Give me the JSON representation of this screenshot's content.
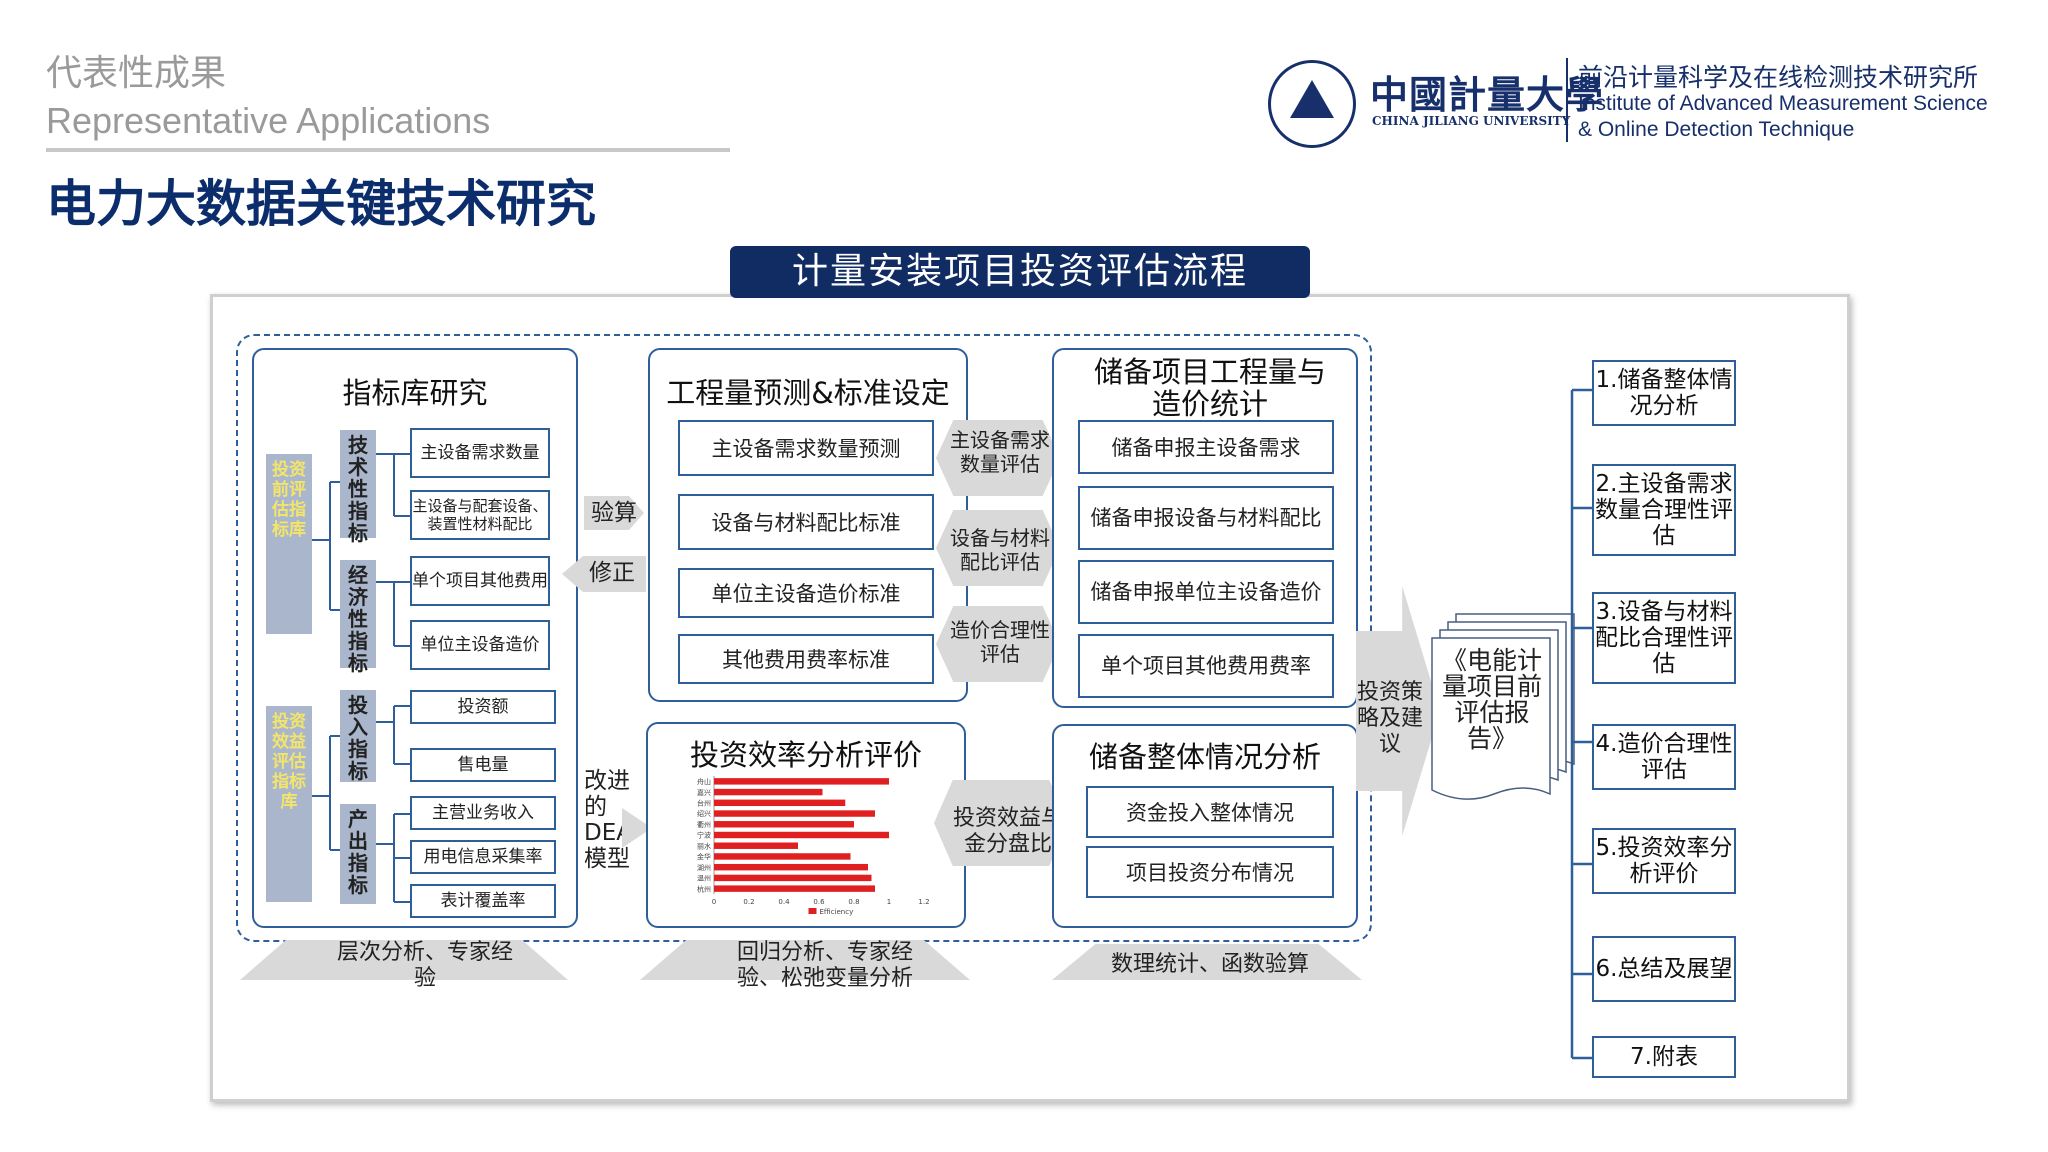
{
  "header": {
    "section_cn": "代表性成果",
    "section_en": "Representative Applications",
    "title": "电力大数据关键技术研究"
  },
  "logo": {
    "university_cn": "中國計量大學",
    "university_en": "CHINA JILIANG UNIVERSITY",
    "institute_cn": "前沿计量科学及在线检测技术研究所",
    "institute_en_line1": "Institute of Advanced Measurement Science",
    "institute_en_line2": "& Online  Detection Technique"
  },
  "diagram": {
    "banner": "计量安装项目投资评估流程",
    "panel1": {
      "title": "指标库研究",
      "group1": "投资前评估指标库",
      "cat_tech": "技术性指标",
      "cat_econ": "经济性指标",
      "tech_items": [
        "主设备需求数量",
        "主设备与配套设备、装置性材料配比"
      ],
      "econ_items": [
        "单个项目其他费用",
        "单位主设备造价"
      ],
      "group2": "投资效益评估指标库",
      "cat_input": "投入指标",
      "cat_output": "产出指标",
      "input_items": [
        "投资额",
        "售电量"
      ],
      "output_items": [
        "主营业务收入",
        "用电信息采集率",
        "表计覆盖率"
      ]
    },
    "arrows_mid": {
      "verify": "验算",
      "correct": "修正",
      "improve": "改进的DEA模型"
    },
    "panel2": {
      "title": "工程量预测&标准设定",
      "items": [
        "主设备需求数量预测",
        "设备与材料配比标准",
        "单位主设备造价标准",
        "其他费用费率标准"
      ]
    },
    "between23": [
      "主设备需求数量评估",
      "设备与材料配比评估",
      "造价合理性评估"
    ],
    "panel3": {
      "title": "储备项目工程量与造价统计",
      "items": [
        "储备申报主设备需求",
        "储备申报设备与材料配比",
        "储备申报单位主设备造价",
        "单个项目其他费用费率"
      ]
    },
    "panel4": {
      "title": "投资效率分析评价"
    },
    "between45": "投资效益与资金分盘比较",
    "panel5": {
      "title": "储备整体情况分析",
      "items": [
        "资金投入整体情况",
        "项目投资分布情况"
      ]
    },
    "strategy": "投资策略及建议",
    "report": "《电能计量项目前评估报告》",
    "bottom_labels": [
      "层次分析、专家经验",
      "回归分析、专家经验、松弛变量分析",
      "数理统计、函数验算"
    ],
    "outputs": [
      "1.储备整体情况分析",
      "2.主设备需求数量合理性评估",
      "3.设备与材料配比合理性评估",
      "4.造价合理性评估",
      "5.投资效率分析评价",
      "6.总结及展望",
      "7.附表"
    ]
  },
  "chart_data": {
    "type": "bar",
    "categories": [
      "舟山",
      "嘉兴",
      "台州",
      "绍兴",
      "衢州",
      "宁波",
      "丽水",
      "金华",
      "湖州",
      "温州",
      "杭州"
    ],
    "values": [
      1.0,
      0.62,
      0.75,
      0.92,
      0.8,
      1.0,
      0.48,
      0.78,
      0.88,
      0.9,
      0.92
    ],
    "xlim": [
      0,
      1.2
    ],
    "xticks": [
      "0",
      "0.2",
      "0.4",
      "0.6",
      "0.8",
      "1",
      "1.2"
    ],
    "legend": "Efficiency",
    "bar_color": "#e02020"
  }
}
